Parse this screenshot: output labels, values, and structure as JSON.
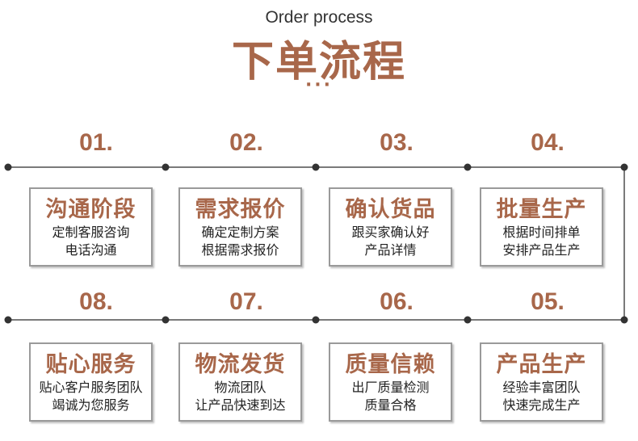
{
  "header": {
    "title_en": "Order process",
    "title_zh": "下单流程",
    "dots": "···"
  },
  "colors": {
    "accent": "#a8674a",
    "line": "#7a7a7a",
    "box_border": "#9a9a9a"
  },
  "steps": [
    {
      "num": "01.",
      "title": "沟通阶段",
      "line1": "定制客服咨询",
      "line2": "电话沟通"
    },
    {
      "num": "02.",
      "title": "需求报价",
      "line1": "确定定制方案",
      "line2": "根据需求报价"
    },
    {
      "num": "03.",
      "title": "确认货品",
      "line1": "跟买家确认好",
      "line2": "产品详情"
    },
    {
      "num": "04.",
      "title": "批量生产",
      "line1": "根据时间排单",
      "line2": "安排产品生产"
    },
    {
      "num": "05.",
      "title": "产品生产",
      "line1": "经验丰富团队",
      "line2": "快速完成生产"
    },
    {
      "num": "06.",
      "title": "质量信赖",
      "line1": "出厂质量检测",
      "line2": "质量合格"
    },
    {
      "num": "07.",
      "title": "物流发货",
      "line1": "物流团队",
      "line2": "让产品快速到达"
    },
    {
      "num": "08.",
      "title": "贴心服务",
      "line1": "贴心客户服务团队",
      "line2": "竭诚为您服务"
    }
  ]
}
